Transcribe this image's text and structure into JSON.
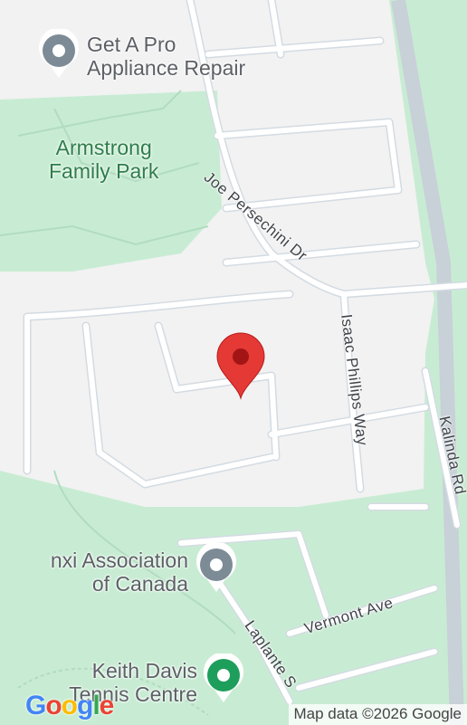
{
  "map": {
    "pois": [
      {
        "name": "poi-appliance-repair",
        "lines": [
          "Get A Pro",
          "Appliance Repair"
        ],
        "pin_color": "#7c8b96"
      },
      {
        "name": "poi-association",
        "lines": [
          "nxi Association",
          "of Canada"
        ],
        "pin_color": "#7c8b96"
      },
      {
        "name": "poi-tennis-centre",
        "lines": [
          "Keith Davis",
          "Tennis Centre"
        ],
        "pin_color": "#1e9e5b"
      }
    ],
    "park": {
      "lines": [
        "Armstrong",
        "Family Park"
      ]
    },
    "roads": {
      "joe_persechini": "Joe Persechini Dr",
      "isaac_phillips": "Isaac Phillips Way",
      "kalinda": "Kalinda Rd",
      "vermont": "Vermont Ave",
      "laplante": "Laplante S"
    },
    "marker_color": "#e53935",
    "attribution": "Map data ©2026 Google",
    "logo": {
      "letters": [
        "G",
        "o",
        "o",
        "g",
        "l",
        "e"
      ],
      "colors": [
        "#4285F4",
        "#EA4335",
        "#FBBC05",
        "#4285F4",
        "#34A853",
        "#EA4335"
      ]
    },
    "colors": {
      "land": "#f2f2f2",
      "park": "#c8ecd3",
      "road": "#ffffff",
      "road_edge": "#d3dbe2",
      "highway": "#c8d0d8"
    }
  }
}
